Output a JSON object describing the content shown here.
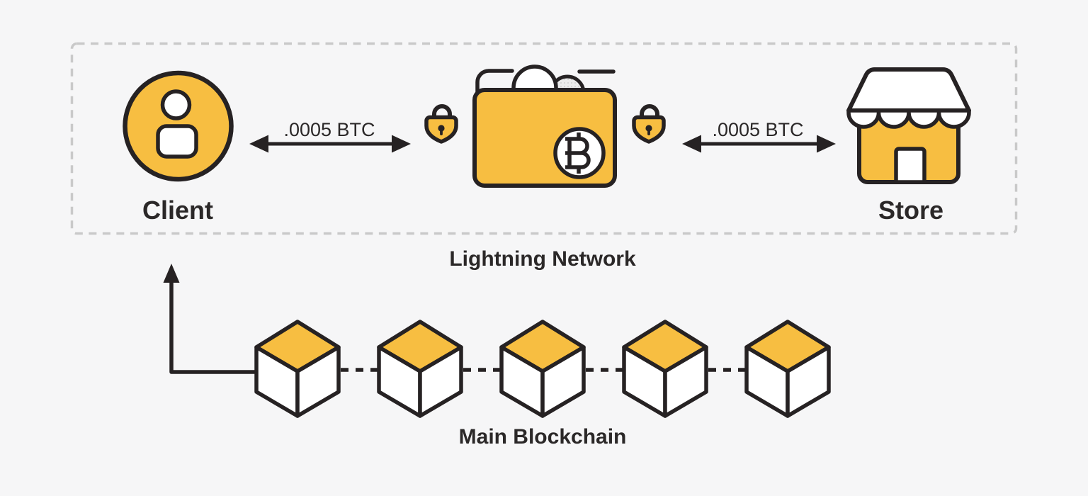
{
  "diagram_title": "",
  "lightning_network": {
    "label": "Lightning Network",
    "client": {
      "label": "Client",
      "icon": "person-icon"
    },
    "store": {
      "label": "Store",
      "icon": "storefront-icon"
    },
    "payment_hub": {
      "icon": "bitcoin-wallet-icon",
      "currency_icon": "bitcoin-icon",
      "lock_icon": "lock-icon",
      "lock_count": 2
    },
    "channels": {
      "left_amount": ".0005 BTC",
      "right_amount": ".0005 BTC",
      "arrow_style": "double-headed"
    }
  },
  "main_blockchain": {
    "label": "Main Blockchain",
    "block_icon": "cube-icon",
    "block_count": 5,
    "anchor_arrow": "blockchain-to-client"
  },
  "colors": {
    "accent_yellow": "#F7BE41",
    "outline_dark": "#262223",
    "background": "#F6F6F7",
    "dashed_border": "#C9C9C9",
    "coin_gray": "#E9E9E9"
  }
}
